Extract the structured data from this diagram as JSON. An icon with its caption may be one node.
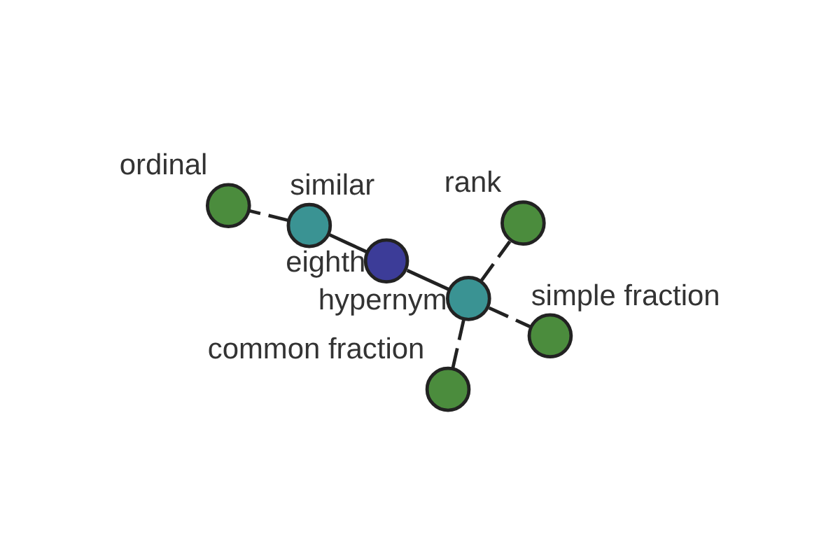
{
  "diagram": {
    "nodes": [
      {
        "text": [
          "common fraction"
        ]
      },
      {
        "text": [
          "hypernym"
        ]
      },
      {
        "text": [
          "simple fraction"
        ]
      },
      {
        "text": [
          "eighth"
        ]
      },
      {
        "text": [
          "rank"
        ]
      },
      {
        "text": [
          "similar"
        ]
      },
      {
        "text": [
          "ordinal"
        ]
      }
    ],
    "edges": [
      {
        "from": 3,
        "to": 1,
        "arrow": "none"
      },
      {
        "from": 3,
        "to": 5,
        "arrow": "none"
      },
      {
        "from": 1,
        "to": 0,
        "arrow": "none",
        "style": "dashed"
      },
      {
        "from": 1,
        "to": 2,
        "arrow": "none",
        "style": "dashed"
      },
      {
        "from": 1,
        "to": 4,
        "arrow": "none",
        "style": "dashed"
      },
      {
        "from": 5,
        "to": 6,
        "arrow": "none",
        "style": "dashed"
      }
    ]
  }
}
